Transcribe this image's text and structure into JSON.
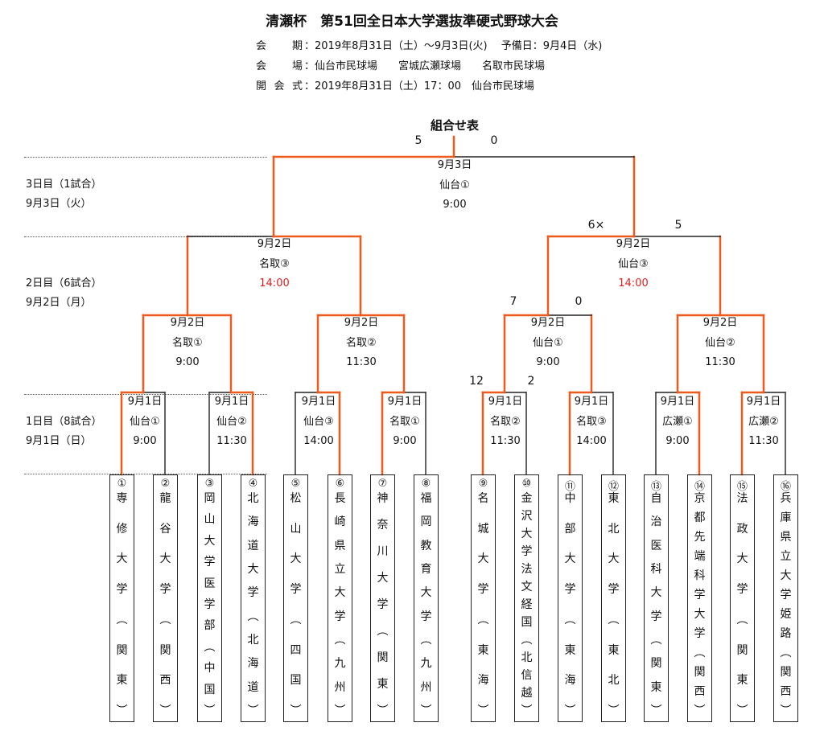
{
  "header": {
    "title": "清瀬杯　第51回全日本大学選抜準硬式野球大会",
    "period_label": "会期",
    "period_value": "：2019年8月31日（土）～9月3日(火)　 予備日：9月4日（水)",
    "venue_label": "会場",
    "venue_value": "：仙台市民球場　　宮城広瀬球場　　名取市民球場",
    "ceremony_label": "開会式",
    "ceremony_value": "：2019年8月31日（土）17：00　仙台市民球場"
  },
  "bracket_title": "組合せ表",
  "rounds": [
    {
      "line1": "3日目（1試合）",
      "line2": "9月3日（火）"
    },
    {
      "line1": "2日目（6試合）",
      "line2": "9月2日（月）"
    },
    {
      "line1": "1日目（8試合）",
      "line2": "9月1日（日）"
    }
  ],
  "matches": {
    "r1": [
      {
        "date": "9月1日",
        "venue": "仙台①",
        "time": "9:00"
      },
      {
        "date": "9月1日",
        "venue": "仙台②",
        "time": "11:30"
      },
      {
        "date": "9月1日",
        "venue": "仙台③",
        "time": "14:00"
      },
      {
        "date": "9月1日",
        "venue": "名取①",
        "time": "9:00"
      },
      {
        "date": "9月1日",
        "venue": "名取②",
        "time": "11:30"
      },
      {
        "date": "9月1日",
        "venue": "名取③",
        "time": "14:00"
      },
      {
        "date": "9月1日",
        "venue": "広瀬①",
        "time": "9:00"
      },
      {
        "date": "9月1日",
        "venue": "広瀬②",
        "time": "11:30"
      }
    ],
    "r2": [
      {
        "date": "9月2日",
        "venue": "名取①",
        "time": "9:00"
      },
      {
        "date": "9月2日",
        "venue": "名取②",
        "time": "11:30"
      },
      {
        "date": "9月2日",
        "venue": "仙台①",
        "time": "9:00"
      },
      {
        "date": "9月2日",
        "venue": "仙台②",
        "time": "11:30"
      }
    ],
    "r3": [
      {
        "date": "9月2日",
        "venue": "名取③",
        "time": "14:00"
      },
      {
        "date": "9月2日",
        "venue": "仙台③",
        "time": "14:00"
      }
    ],
    "final": {
      "date": "9月3日",
      "venue": "仙台①",
      "time": "9:00"
    }
  },
  "scores": {
    "final_left": "5",
    "final_right": "0",
    "r3b_left": "6×",
    "r3b_right": "5",
    "r2c_left": "7",
    "r2c_right": "0",
    "r1e_left": "12",
    "r1e_right": "2"
  },
  "teams": [
    {
      "num": "①",
      "name": "専修大学（関東）"
    },
    {
      "num": "②",
      "name": "龍谷大学（関西）"
    },
    {
      "num": "③",
      "name": "岡山大学医学部（中国）"
    },
    {
      "num": "④",
      "name": "北海道大学（北海道）"
    },
    {
      "num": "⑤",
      "name": "松山大学（四国）"
    },
    {
      "num": "⑥",
      "name": "長崎県立大学（九州）"
    },
    {
      "num": "⑦",
      "name": "神奈川大学（関東）"
    },
    {
      "num": "⑧",
      "name": "福岡教育大学（九州）"
    },
    {
      "num": "⑨",
      "name": "名城大学（東海）"
    },
    {
      "num": "⑩",
      "name": "金沢大学法文経国（北信越）"
    },
    {
      "num": "⑪",
      "name": "中部大学（東海）"
    },
    {
      "num": "⑫",
      "name": "東北大学（東北）"
    },
    {
      "num": "⑬",
      "name": "自治医科大学（関東）"
    },
    {
      "num": "⑭",
      "name": "京都先端科学大学（関西）"
    },
    {
      "num": "⑮",
      "name": "法政大学（関東）"
    },
    {
      "num": "⑯",
      "name": "兵庫県立大学姫路（関西）"
    }
  ],
  "colors": {
    "winner_line": "#ee5a1e",
    "line": "#222222",
    "late_time": "#e02020"
  }
}
